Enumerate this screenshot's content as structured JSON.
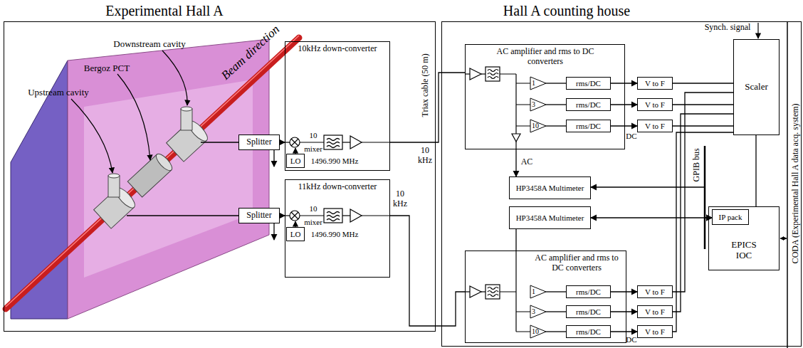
{
  "diagram": {
    "nodes": [
      {
        "text": [
          "Experimental Hall A"
        ]
      },
      {
        "text": [
          "Hall A counting house"
        ]
      },
      {
        "text": [
          "Splitter"
        ],
        "in": 0
      },
      {
        "text": [
          "10kHz down-converter"
        ],
        "in": 0
      },
      {
        "text": [
          "LO"
        ],
        "in": 3
      },
      {
        "text": [
          "Splitter"
        ],
        "in": 0
      },
      {
        "text": [
          "11kHz down-converter"
        ],
        "in": 0
      },
      {
        "text": [
          "LO"
        ],
        "in": 6
      },
      {
        "text": [
          "AC amplifier and rms to DC converters"
        ],
        "in": 1
      },
      {
        "text": [
          "1"
        ],
        "in": 8
      },
      {
        "text": [
          "3"
        ],
        "in": 8
      },
      {
        "text": [
          "10"
        ],
        "in": 8
      },
      {
        "text": [
          "rms/DC"
        ],
        "in": 8
      },
      {
        "text": [
          "rms/DC"
        ],
        "in": 8
      },
      {
        "text": [
          "rms/DC"
        ],
        "in": 8
      },
      {
        "text": [
          "V to F"
        ],
        "in": 1
      },
      {
        "text": [
          "V to F"
        ],
        "in": 1
      },
      {
        "text": [
          "V to F"
        ],
        "in": 1
      },
      {
        "text": [
          "Scaler"
        ],
        "in": 1
      },
      {
        "text": [
          "HP3458A Multimeter"
        ],
        "in": 1
      },
      {
        "text": [
          "HP3458A Multimeter"
        ],
        "in": 1
      },
      {
        "text": [
          "EPICS IOC"
        ],
        "in": 1
      },
      {
        "text": [
          "IP pack"
        ],
        "in": 21
      },
      {
        "text": [
          "AC amplifier and rms to DC converters"
        ],
        "in": 1
      },
      {
        "text": [
          "1"
        ],
        "in": 23
      },
      {
        "text": [
          "3"
        ],
        "in": 23
      },
      {
        "text": [
          "10"
        ],
        "in": 23
      },
      {
        "text": [
          "rms/DC"
        ],
        "in": 23
      },
      {
        "text": [
          "rms/DC"
        ],
        "in": 23
      },
      {
        "text": [
          "rms/DC"
        ],
        "in": 23
      },
      {
        "text": [
          "V to F"
        ],
        "in": 1
      },
      {
        "text": [
          "V to F"
        ],
        "in": 1
      },
      {
        "text": [
          "V to F"
        ],
        "in": 1
      }
    ],
    "edges": [
      {
        "from": 2,
        "to": 3,
        "arrow": "to"
      },
      {
        "from": 5,
        "to": 6,
        "arrow": "to"
      },
      {
        "from": 3,
        "to": 8,
        "arrow": "none"
      },
      {
        "from": 6,
        "to": 23,
        "arrow": "none"
      },
      {
        "from": 9,
        "to": 12,
        "arrow": "none"
      },
      {
        "from": 10,
        "to": 13,
        "arrow": "none"
      },
      {
        "from": 11,
        "to": 14,
        "arrow": "none"
      },
      {
        "from": 12,
        "to": 15,
        "arrow": "to"
      },
      {
        "from": 13,
        "to": 16,
        "arrow": "to"
      },
      {
        "from": 14,
        "to": 17,
        "arrow": "to"
      },
      {
        "from": 24,
        "to": 27,
        "arrow": "none"
      },
      {
        "from": 25,
        "to": 28,
        "arrow": "none"
      },
      {
        "from": 26,
        "to": 29,
        "arrow": "none"
      },
      {
        "from": 27,
        "to": 30,
        "arrow": "to"
      },
      {
        "from": 28,
        "to": 31,
        "arrow": "to"
      },
      {
        "from": 29,
        "to": 32,
        "arrow": "to"
      },
      {
        "from": 15,
        "to": 18,
        "arrow": "none"
      },
      {
        "from": 16,
        "to": 18,
        "arrow": "none"
      },
      {
        "from": 17,
        "to": 18,
        "arrow": "none"
      },
      {
        "from": 30,
        "to": 18,
        "arrow": "none"
      },
      {
        "from": 31,
        "to": 18,
        "arrow": "none"
      },
      {
        "from": 32,
        "to": 18,
        "arrow": "none"
      },
      {
        "from": 8,
        "to": 19,
        "arrow": "to"
      },
      {
        "from": 23,
        "to": 20,
        "arrow": "none"
      },
      {
        "from": 19,
        "to": 22,
        "arrow": "both"
      },
      {
        "from": 20,
        "to": 22,
        "arrow": "both"
      },
      {
        "from": 18,
        "to": 21,
        "arrow": "none"
      }
    ],
    "labels": [
      "Downstream cavity",
      "Bergoz PCT",
      "Upstream cavity",
      "Beam direction",
      "mixer",
      "10",
      "1496.990 MHz",
      "mixer",
      "10",
      "1496.990 MHz",
      "Triax cable (50 m)",
      "10 kHz",
      "10 kHz",
      "Synch. signal",
      "AC",
      "DC",
      "GPIB bus",
      "DC",
      "CODA (Experimental Hall A data acq. system)"
    ]
  }
}
